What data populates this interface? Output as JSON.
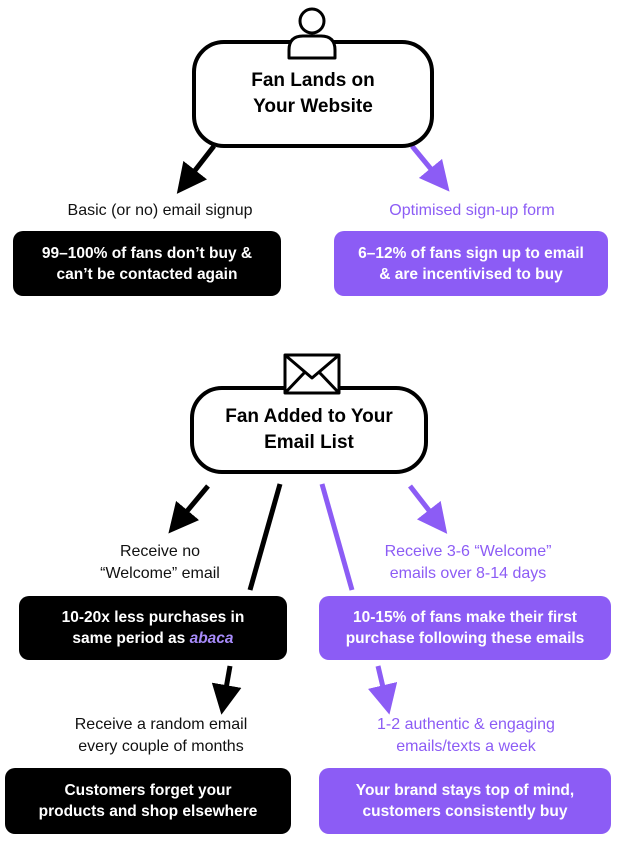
{
  "colors": {
    "black": "#000000",
    "purple": "#8c5cf5",
    "highlight": "#a78bfa"
  },
  "section1": {
    "icon": "user-icon",
    "node_title": "Fan Lands on\nYour Website",
    "left": {
      "label": "Basic (or no) email signup",
      "outcome": "99–100% of fans don’t buy &\ncan’t be contacted again"
    },
    "right": {
      "label": "Optimised sign-up form",
      "outcome": "6–12% of fans sign up to email\n& are incentivised to buy"
    }
  },
  "section2": {
    "icon": "envelope-icon",
    "node_title": "Fan Added to Your\nEmail List",
    "left": {
      "label": "Receive no\n“Welcome” email",
      "outcome_prefix": "10-20x less purchases in\nsame period as ",
      "outcome_highlight": "abaca",
      "label2": "Receive a random email\nevery couple of months",
      "outcome2": "Customers forget your\nproducts and shop elsewhere"
    },
    "right": {
      "label": "Receive 3-6 “Welcome”\nemails over 8-14 days",
      "outcome": "10-15% of fans make their first\npurchase following these emails",
      "label2": "1-2 authentic & engaging\nemails/texts a week",
      "outcome2": "Your brand stays top of mind,\ncustomers consistently buy"
    }
  }
}
